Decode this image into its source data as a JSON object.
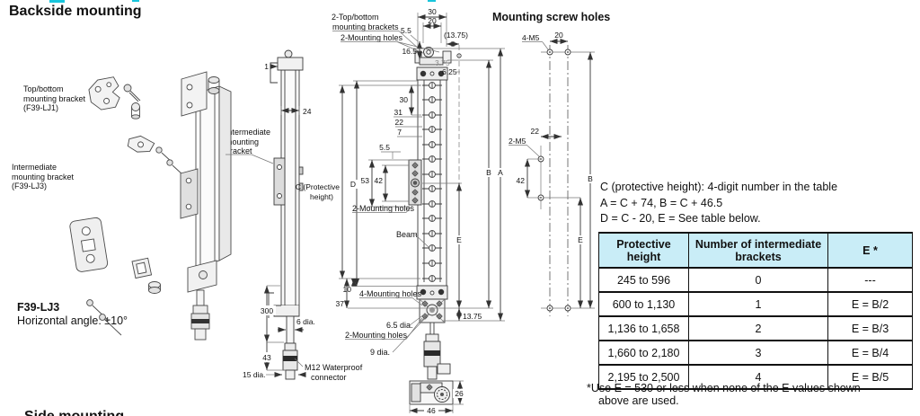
{
  "page": {
    "title": "Backside mounting",
    "next_section": "Side mounting",
    "accent_cyan": "#18c5dc"
  },
  "exploded": {
    "top_bracket_label": [
      "Top/bottom",
      "mounting bracket",
      "(F39-LJ1)"
    ],
    "intermediate_bracket_label": [
      "Intermediate",
      "mounting bracket",
      "(F39-LJ3)"
    ],
    "model": "F39-LJ3",
    "angle": "Horizontal angle: ±10°"
  },
  "side_view": {
    "bracket_label": [
      "Intermediate",
      "mounting",
      "bracket"
    ],
    "connector_label": [
      "M12 Waterproof",
      "connector"
    ],
    "dims": {
      "top_gap": "1",
      "depth": "24",
      "cable_len": "300",
      "cable_dia": "6 dia.",
      "conn_len": "43",
      "conn_dia": "15 dia."
    }
  },
  "front_view": {
    "labels": {
      "top_brackets_1": "2-Top/bottom",
      "top_brackets_2": "mounting brackets",
      "top_holes": "2-Mounting holes",
      "mid_holes": "2-Mounting holes",
      "beam": "Beam",
      "bottom_holes4": "4-Mounting holes",
      "bottom_holes2": "2-Mounting holes",
      "dia_65": "6.5 dia.",
      "dia_9": "9 dia.",
      "c_height_1": "C (Protective",
      "c_height_2": "height)"
    },
    "dims": {
      "w30": "30",
      "w20": "20",
      "off_55": "5.5",
      "paren_1375": "(13.75)",
      "off_165": "16.5",
      "off_375": "3.75",
      "off_625": "6.25",
      "pitch30": "30",
      "o31": "31",
      "o22": "22",
      "o7": "7",
      "o55": "5.5",
      "b53": "53",
      "b42": "42",
      "dD": "D",
      "dE": "E",
      "dB": "B",
      "dA": "A",
      "o10": "10",
      "o37": "37",
      "b1375": "13.75",
      "bottom_w": "46",
      "bottom_d": "26"
    }
  },
  "screw_holes": {
    "heading": "Mounting screw holes",
    "top_tap": "4-M5",
    "mid_tap": "2-M5",
    "dims": {
      "w20": "20",
      "o22": "22",
      "o42": "42",
      "dB": "B",
      "dE": "E"
    }
  },
  "formulas": {
    "line1": "C (protective height): 4-digit number in the table",
    "line2": "A = C + 74, B = C + 46.5",
    "line3": "D = C - 20, E = See table below."
  },
  "table": {
    "header_bg": "#c9edf7",
    "headers": [
      "Protective height",
      "Number of intermediate brackets",
      "E *"
    ],
    "rows": [
      [
        "245 to 596",
        "0",
        "---"
      ],
      [
        "600 to 1,130",
        "1",
        "E = B/2"
      ],
      [
        "1,136 to 1,658",
        "2",
        "E = B/3"
      ],
      [
        "1,660 to 2,180",
        "3",
        "E = B/4"
      ],
      [
        "2,195 to 2,500",
        "4",
        "E = B/5"
      ]
    ]
  },
  "footnote": {
    "line1": "*Use E = 530 or less when none of the E values shown",
    "line2": "above are used."
  }
}
